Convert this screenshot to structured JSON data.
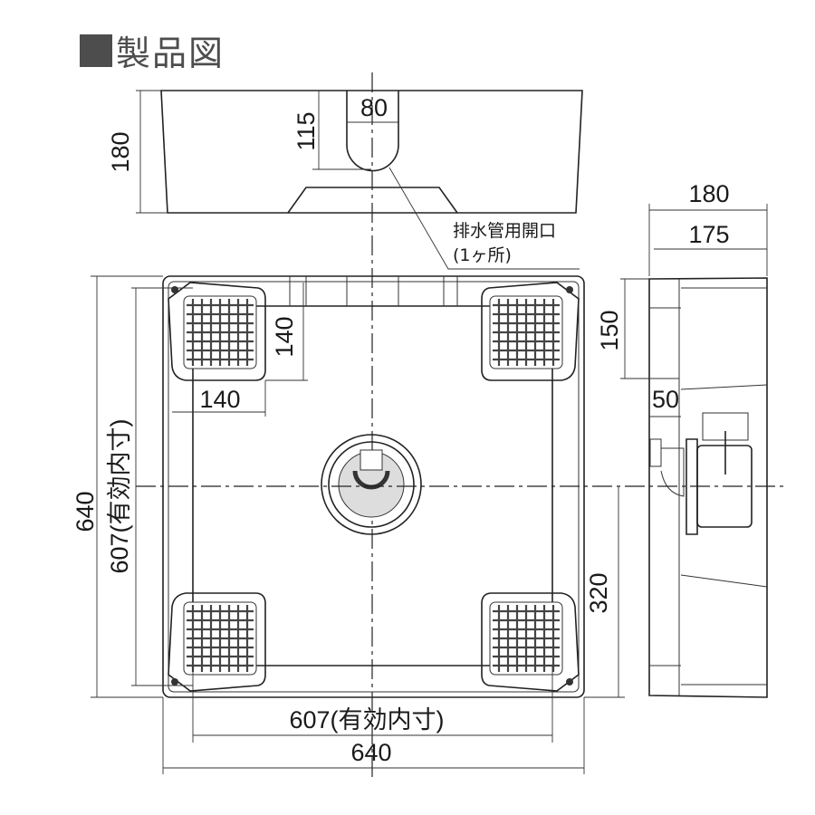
{
  "title": "製品図",
  "top_view": {
    "height": "180",
    "drain_depth": "115",
    "drain_width": "80"
  },
  "drain_label": {
    "line1": "排水管用開口",
    "line2": "(1ヶ所)"
  },
  "side_view": {
    "depth_total": "180",
    "depth_inner": "175",
    "height_150": "150",
    "offset_50": "50",
    "drain_height": "320"
  },
  "plan_view": {
    "foot_height": "140",
    "foot_width": "140",
    "inner_width": "607(有効内寸)",
    "outer_width": "640",
    "inner_height": "607(有効内寸)",
    "outer_height": "640"
  }
}
